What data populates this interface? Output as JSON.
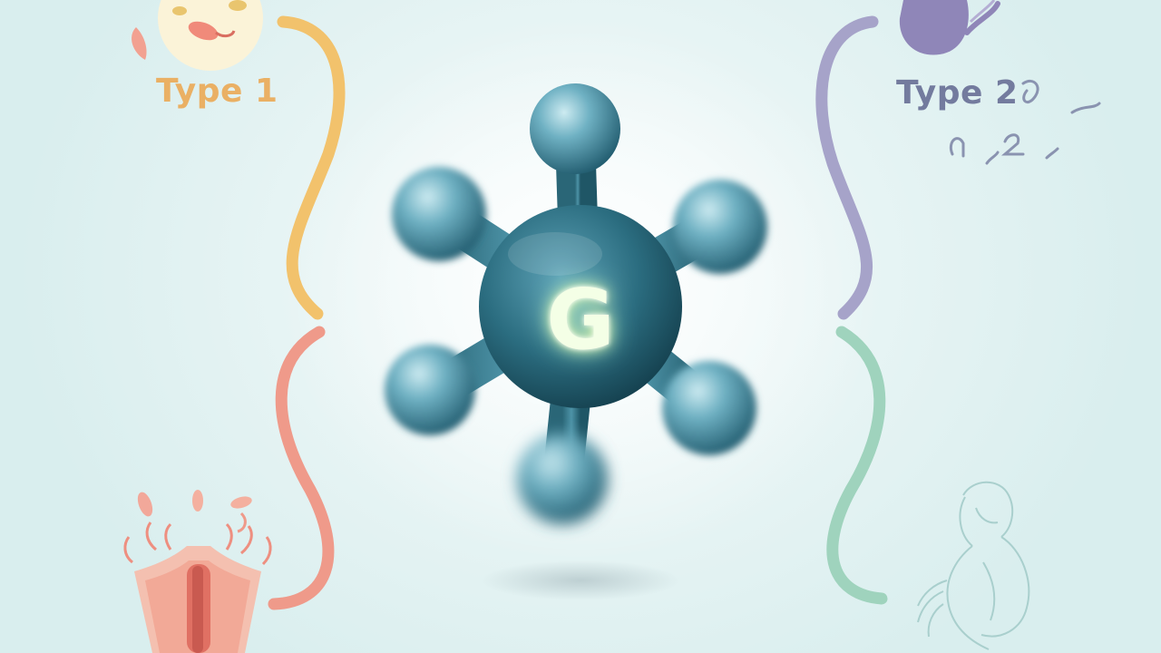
{
  "labels": {
    "left_category": "Type 1",
    "right_category": "Type 2"
  },
  "core": {
    "letter": "G"
  },
  "colors": {
    "background": "#e4f3f3",
    "type1_upper_curve": "#f2c26c",
    "type1_lower_curve": "#ef9a8a",
    "type2_upper_curve": "#a6a3c9",
    "type2_lower_curve": "#9fd3bd",
    "molecule": "#2c6f82",
    "core_glow": "#eaffb0"
  },
  "icons": {
    "top_left": "pancreas-illustration-icon",
    "bottom_left": "blood-vessel-illustration-icon",
    "top_right": "organ-illustration-icon",
    "bottom_right": "pregnant-woman-outline-icon"
  }
}
